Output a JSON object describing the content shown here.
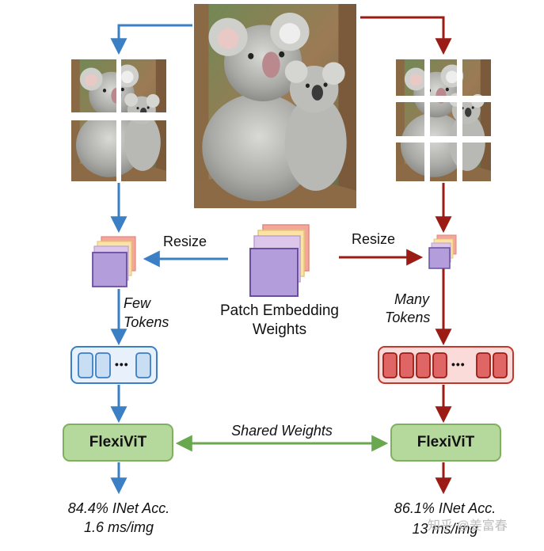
{
  "center": {
    "label_line1": "Patch Embedding",
    "label_line2": "Weights"
  },
  "left": {
    "resize_label": "Resize",
    "tokens_line1": "Few",
    "tokens_line2": "Tokens",
    "token_dots": "•••",
    "model_label": "FlexiViT",
    "result_line1": "84.4% INet Acc.",
    "result_line2": "1.6 ms/img",
    "color": "#3b7fc4"
  },
  "right": {
    "resize_label": "Resize",
    "tokens_line1": "Many",
    "tokens_line2": "Tokens",
    "token_dots": "•••",
    "model_label": "FlexiViT",
    "result_line1": "86.1% INet Acc.",
    "result_line2": "13 ms/img",
    "color": "#9b1c14"
  },
  "shared_label": "Shared Weights",
  "watermark": "知乎 @姜富春",
  "colors": {
    "green_box": "#b5d99c",
    "green_border": "#7fb05f",
    "purple": "#b39ddb",
    "blue_tokens": "#c9def3",
    "red_tokens": "#e57373"
  }
}
